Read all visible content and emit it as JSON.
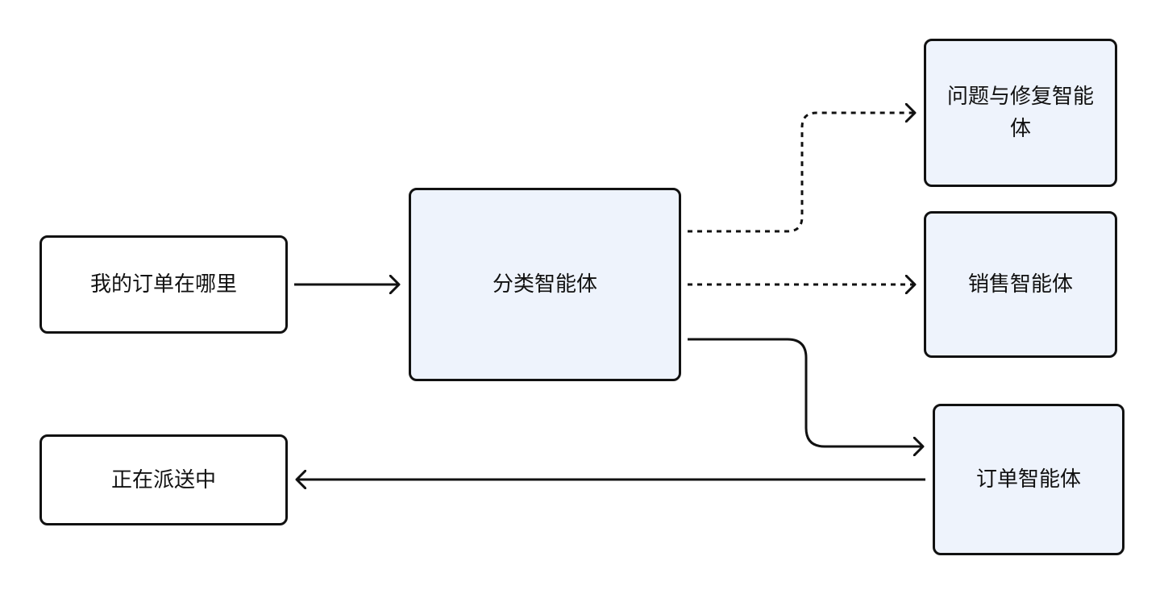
{
  "nodes": {
    "user_query": "我的订单在哪里",
    "classifier_agent": "分类智能体",
    "repair_agent": "问题与修复智能体",
    "sales_agent": "销售智能体",
    "order_agent": "订单智能体",
    "response": "正在派送中"
  },
  "colors": {
    "agent_fill": "#eef3fc",
    "plain_fill": "#ffffff",
    "stroke": "#111111"
  },
  "edges": [
    {
      "from": "user_query",
      "to": "classifier_agent",
      "style": "solid"
    },
    {
      "from": "classifier_agent",
      "to": "repair_agent",
      "style": "dotted"
    },
    {
      "from": "classifier_agent",
      "to": "sales_agent",
      "style": "dotted"
    },
    {
      "from": "classifier_agent",
      "to": "order_agent",
      "style": "solid"
    },
    {
      "from": "order_agent",
      "to": "response",
      "style": "solid"
    }
  ]
}
